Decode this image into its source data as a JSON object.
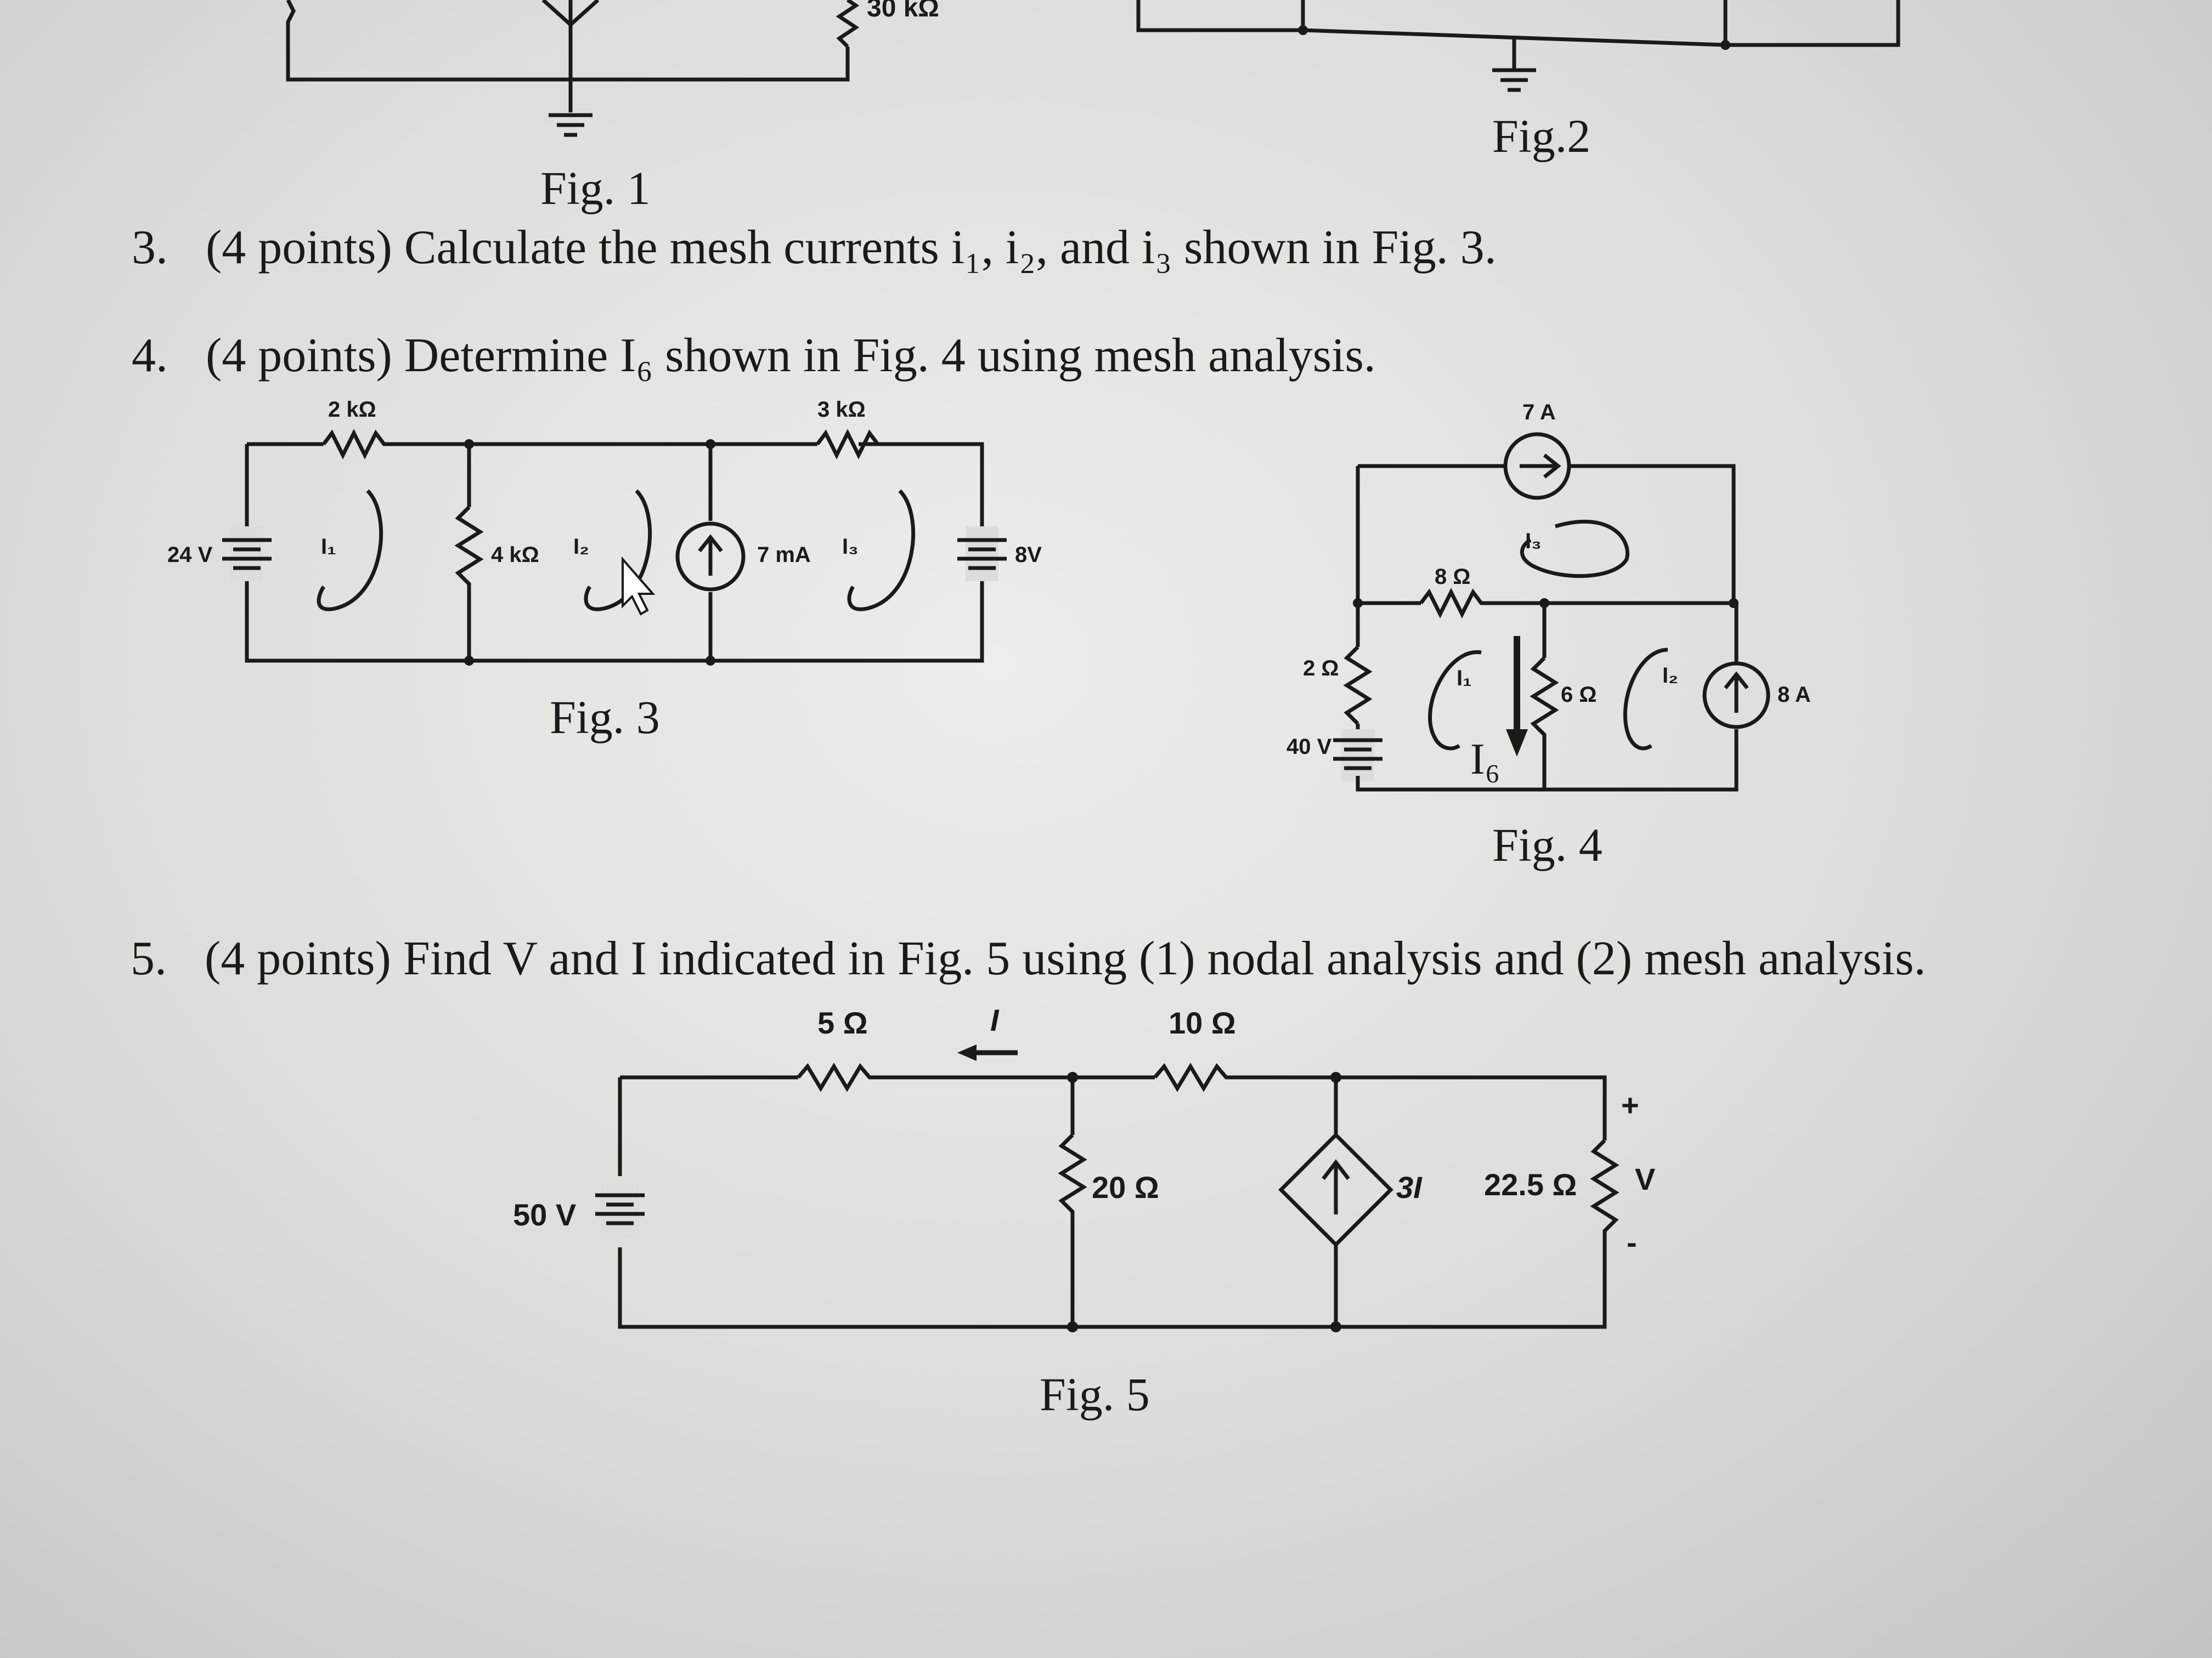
{
  "fig1": {
    "caption": "Fig. 1",
    "resistor_label": "30 kΩ"
  },
  "fig2": {
    "caption": "Fig.2"
  },
  "questions": [
    {
      "number": "3.",
      "text": "(4 points) Calculate the mesh currents i₁, i₂, and i₃ shown in Fig. 3."
    },
    {
      "number": "4.",
      "text": "(4 points) Determine I₆ shown in Fig. 4 using mesh analysis."
    },
    {
      "number": "5.",
      "text": "(4 points) Find V and I indicated in Fig. 5 using (1) nodal analysis and (2) mesh analysis."
    }
  ],
  "fig3": {
    "caption": "Fig. 3",
    "r1": "2 kΩ",
    "r2": "3 kΩ",
    "r3": "4 kΩ",
    "v1": "24 V",
    "v2": "8V",
    "isrc": "7 mA",
    "mesh1": "I₁",
    "mesh2": "I₂",
    "mesh3": "I₃"
  },
  "fig4": {
    "caption": "Fig. 4",
    "isrc_top": "7 A",
    "isrc_right": "8 A",
    "r_8": "8 Ω",
    "r_2": "2 Ω",
    "r_6": "6 Ω",
    "vsrc": "40 V",
    "mesh1": "I₁",
    "mesh2": "I₂",
    "mesh3": "I₃",
    "i6": "I₆"
  },
  "fig5": {
    "caption": "Fig. 5",
    "r_5": "5 Ω",
    "r_10": "10 Ω",
    "r_20": "20 Ω",
    "r_22": "22.5 Ω",
    "vsrc": "50 V",
    "dep_src": "3I",
    "i_label": "I",
    "v_label": "V",
    "plus": "+",
    "minus": "-"
  }
}
